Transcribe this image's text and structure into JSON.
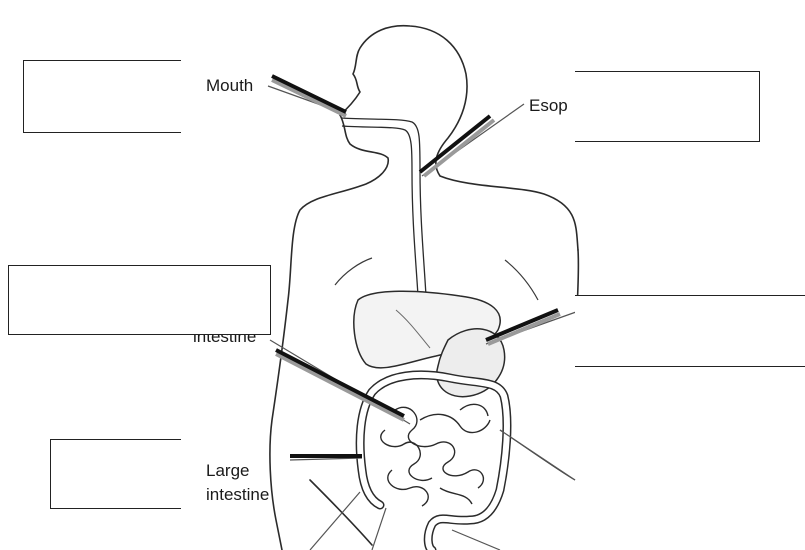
{
  "diagram": {
    "labels": {
      "mouth": "Mouth",
      "esophagus_partial": "Esop",
      "small_intestine_partial": "intestine",
      "large_intestine_line1": "Large",
      "large_intestine_line2": "intestine"
    },
    "answer_boxes": [
      {
        "id": "box-top-left",
        "value": ""
      },
      {
        "id": "box-top-right",
        "value": ""
      },
      {
        "id": "box-middle-left",
        "value": ""
      },
      {
        "id": "box-middle-right",
        "value": ""
      },
      {
        "id": "box-bottom-left",
        "value": ""
      }
    ],
    "colors": {
      "outline": "#2b2b2b",
      "pointer_line": "#111111",
      "pointer_shadow": "#9a9a9a",
      "box_border": "#222222"
    }
  }
}
